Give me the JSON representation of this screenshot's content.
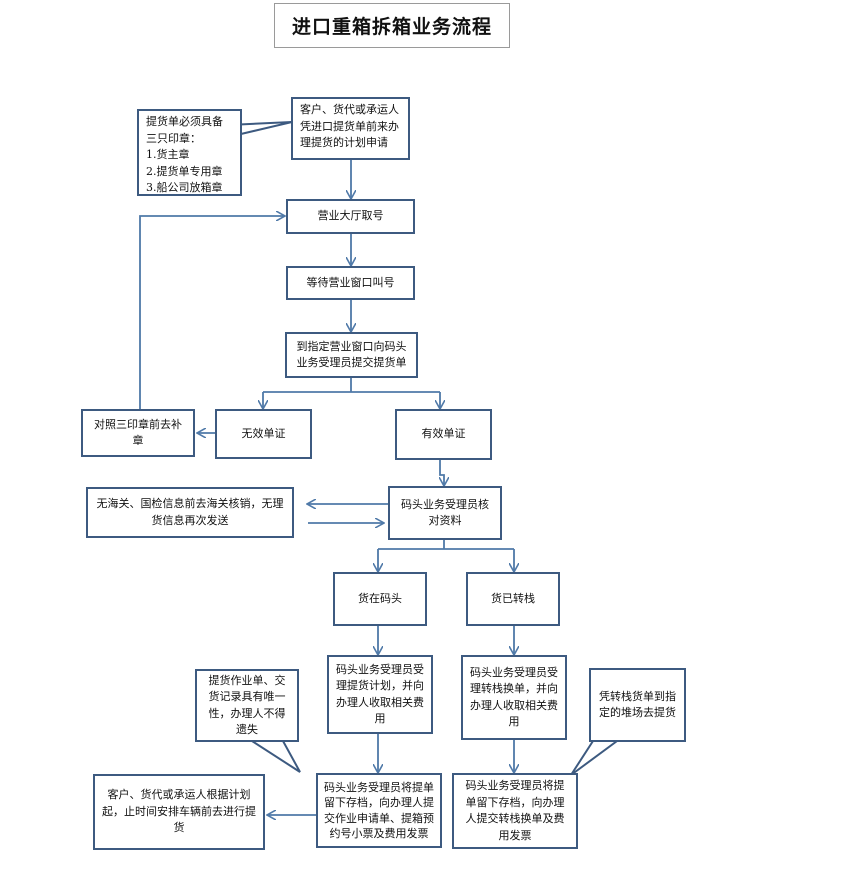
{
  "title": "进口重箱拆箱业务流程",
  "nodes": {
    "start": "客户、货代或承运人凭进口提货单前来办理提货的计划申请",
    "take_number": "营业大厅取号",
    "wait_call": "等待营业窗口叫号",
    "submit_bill": "到指定营业窗口向码头业务受理员提交提货单",
    "invalid": "无效单证",
    "reseal": "对照三印章前去补章",
    "valid": "有效单证",
    "verify": "码头业务受理员核对资料",
    "customs": "无海关、国检信息前去海关核销，无理货信息再次发送",
    "at_terminal": "货在码头",
    "transferred": "货已转栈",
    "accept_plan": "码头业务受理员受理提货计划，并向办理人收取相关费用",
    "accept_transfer": "码头业务受理员受理转栈换单，并向办理人收取相关费用",
    "file_terminal": "码头业务受理员将提单留下存档，向办理人提交作业申请单、提箱预约号小票及费用发票",
    "file_transfer": "码头业务受理员将提单留下存档，向办理人提交转栈换单及费用发票",
    "arrange": "客户、货代或承运人根据计划起，止时间安排车辆前去进行提货"
  },
  "notes": {
    "stamps": "提货单必须具备三只印章：\n1.货主章\n2.提货单专用章\n3.船公司放箱章",
    "records": "提货作业单、交货记录具有唯一性，办理人不得遗失",
    "transfer_note": "凭转栈货单到指定的堆场去提货"
  },
  "colors": {
    "border": "#3d5a80",
    "arrow": "#4f79a8"
  }
}
